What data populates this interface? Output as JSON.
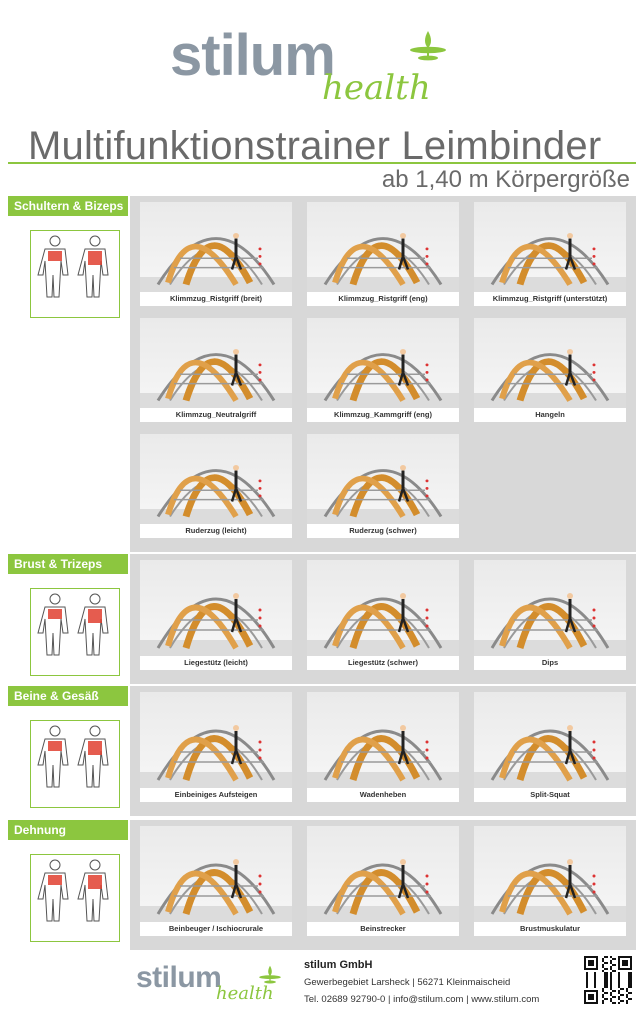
{
  "brand": {
    "name": "stilum",
    "tagline": "health",
    "color_grey": "#8b97a3",
    "color_green": "#8cc63f"
  },
  "header": {
    "title": "Multifunktionstrainer Leimbinder",
    "subtitle": "ab 1,40 m Körpergröße"
  },
  "sections": [
    {
      "label": "Schultern & Bizeps",
      "muscle_icon": "muscle-chart-shoulders-biceps-icon",
      "exercises": [
        "Klimmzug_Ristgriff (breit)",
        "Klimmzug_Ristgriff (eng)",
        "Klimmzug_Ristgriff (unterstützt)",
        "Klimmzug_Neutralgriff",
        "Klimmzug_Kammgriff (eng)",
        "Hangeln",
        "Ruderzug (leicht)",
        "Ruderzug (schwer)"
      ]
    },
    {
      "label": "Brust & Trizeps",
      "muscle_icon": "muscle-chart-chest-triceps-icon",
      "exercises": [
        "Liegestütz (leicht)",
        "Liegestütz (schwer)",
        "Dips"
      ]
    },
    {
      "label": "Beine & Gesäß",
      "muscle_icon": "muscle-chart-legs-glutes-icon",
      "exercises": [
        "Einbeiniges Aufsteigen",
        "Wadenheben",
        "Split-Squat"
      ]
    },
    {
      "label": "Dehnung",
      "muscle_icon": "muscle-chart-stretching-icon",
      "exercises": [
        "Beinbeuger / Ischiocrurale",
        "Beinstrecker",
        "Brustmuskulatur"
      ]
    }
  ],
  "footer": {
    "company": "stilum GmbH",
    "address": "Gewerbegebiet Larsheck | 56271 Kleinmaischeid",
    "contact": "Tel. 02689 92790-0 | info@stilum.com | www.stilum.com",
    "qr_icon": "qr-code-icon"
  }
}
